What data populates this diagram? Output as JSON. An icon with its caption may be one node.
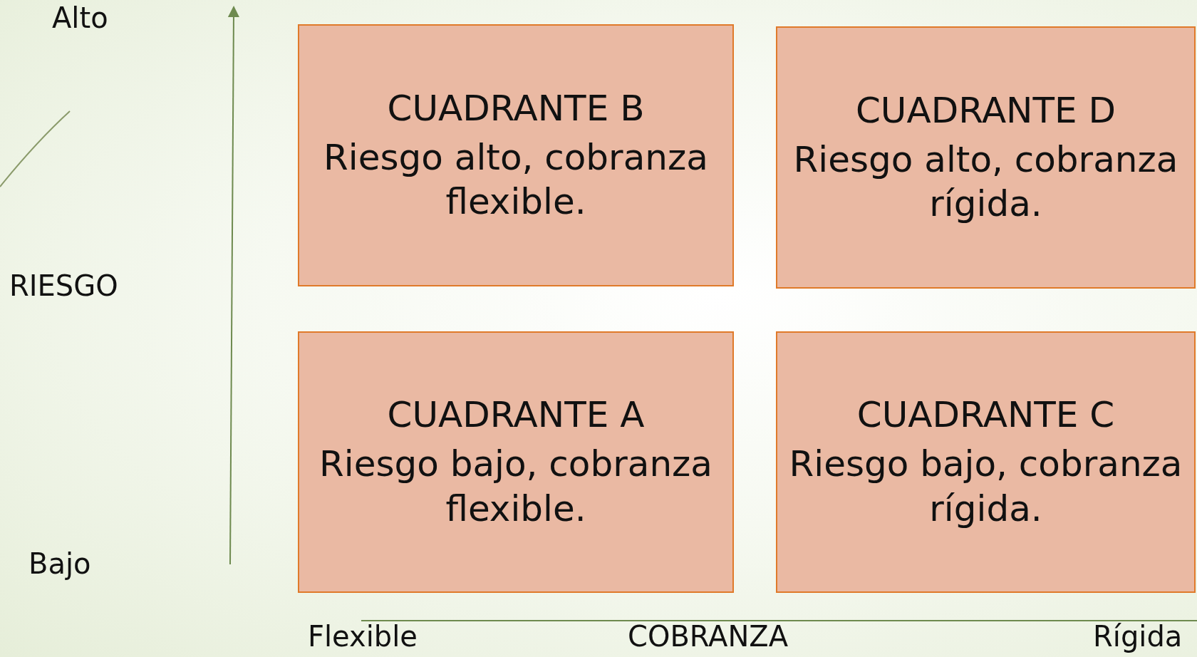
{
  "diagram": {
    "nodes": [
      {
        "text": [
          "CUADRANTE B",
          "Riesgo alto, cobranza flexible."
        ]
      },
      {
        "text": [
          "CUADRANTE D",
          "Riesgo alto, cobranza rígida."
        ]
      },
      {
        "text": [
          "CUADRANTE A",
          "Riesgo bajo, cobranza flexible."
        ]
      },
      {
        "text": [
          "CUADRANTE C",
          "Riesgo bajo, cobranza rígida."
        ]
      }
    ],
    "labels": [
      "Alto",
      "RIESGO",
      "Bajo",
      "Flexible",
      "COBRANZA",
      "Rígida"
    ]
  }
}
